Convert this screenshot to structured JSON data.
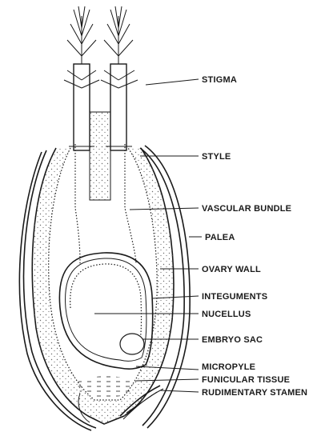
{
  "labels": {
    "stigma": "STIGMA",
    "style": "STYLE",
    "vascular_bundle": "VASCULAR BUNDLE",
    "palea": "PALEA",
    "ovary_wall": "OVARY WALL",
    "integuments": "INTEGUMENTS",
    "nucellus": "NUCELLUS",
    "embryo_sac": "EMBRYO SAC",
    "micropyle": "MICROPYLE",
    "funicular_tissue": "FUNICULAR TISSUE",
    "rudimentary_stamen": "RUDIMENTARY STAMEN"
  },
  "colors": {
    "ink": "#1a1a1a",
    "background": "#ffffff",
    "stipple": "#6b6b6b"
  }
}
